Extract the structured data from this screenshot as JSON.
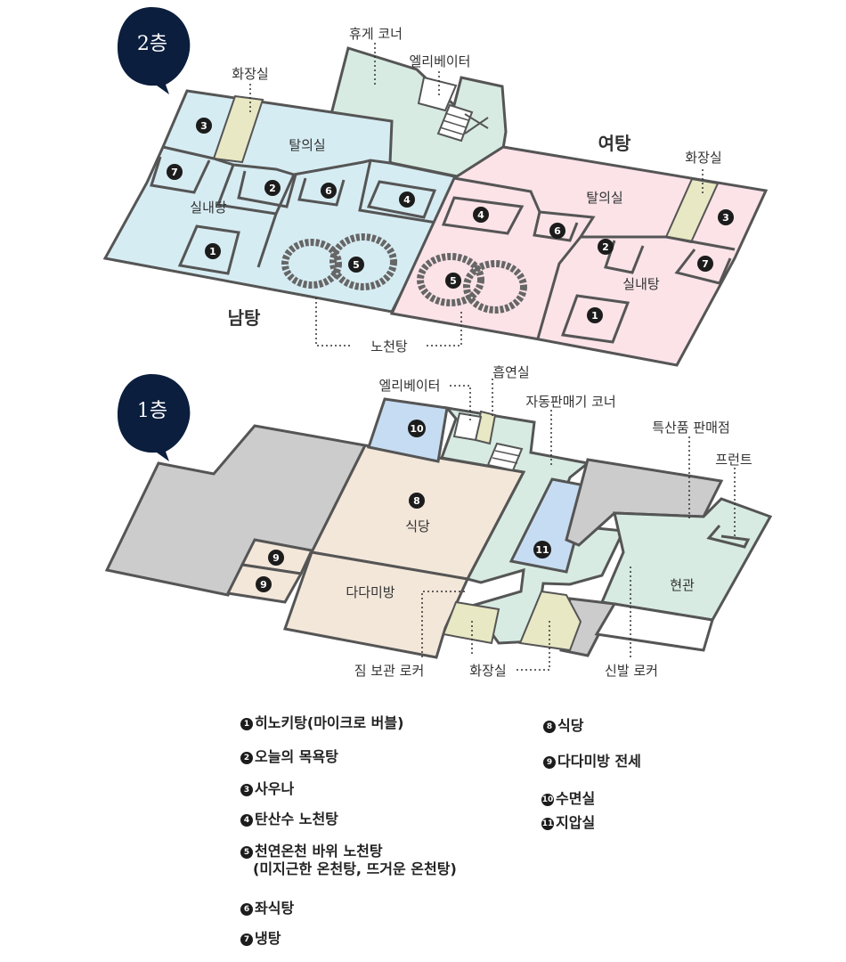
{
  "floor2": {
    "badge": "2층",
    "labels": {
      "rest_corner": "휴게 코너",
      "elevator": "엘리베이터",
      "restroom_m": "화장실",
      "changing_m": "탈의실",
      "indoor_m": "실내탕",
      "mens_bath": "남탕",
      "womens_bath": "여탕",
      "restroom_w": "화장실",
      "changing_w": "탈의실",
      "indoor_w": "실내탕",
      "outdoor_bath": "노천탕"
    }
  },
  "floor1": {
    "badge": "1층",
    "labels": {
      "elevator": "엘리베이터",
      "smoking": "흡연실",
      "vending": "자동판매기 코너",
      "souvenir": "특산품 판매점",
      "front": "프런트",
      "restaurant": "식당",
      "tatami": "다다미방",
      "lobby": "현관",
      "baggage_locker": "짐 보관 로커",
      "restroom": "화장실",
      "shoe_locker": "신발 로커"
    }
  },
  "numbers": [
    "1",
    "2",
    "3",
    "4",
    "5",
    "6",
    "7",
    "8",
    "9",
    "10",
    "11"
  ],
  "legend": [
    {
      "num": "1",
      "text": "히노키탕(마이크로 버블)"
    },
    {
      "num": "2",
      "text": "오늘의 목욕탕"
    },
    {
      "num": "3",
      "text": "사우나"
    },
    {
      "num": "4",
      "text": "탄산수 노천탕"
    },
    {
      "num": "5",
      "text": "천연온천 바위 노천탕",
      "sub": "(미지근한 온천탕, 뜨거운 온천탕)"
    },
    {
      "num": "6",
      "text": "좌식탕"
    },
    {
      "num": "7",
      "text": "냉탕"
    },
    {
      "num": "8",
      "text": "식당"
    },
    {
      "num": "9",
      "text": "다다미방 전세"
    },
    {
      "num": "10",
      "text": "수면실"
    },
    {
      "num": "11",
      "text": "지압실"
    }
  ],
  "colors": {
    "mens_area": "#d6ecf3",
    "womens_area": "#fbe3e8",
    "rest_area": "#d7ebe2",
    "restroom": "#e8e8c4",
    "restaurant": "#f3e7da",
    "sleep_rooms": "#c6dcf2",
    "grey_block": "#cccccc",
    "outline": "#555555",
    "floor_badge": "#0b1e3d",
    "mens_label": "#1a8fc0",
    "womens_label": "#c2375f"
  }
}
